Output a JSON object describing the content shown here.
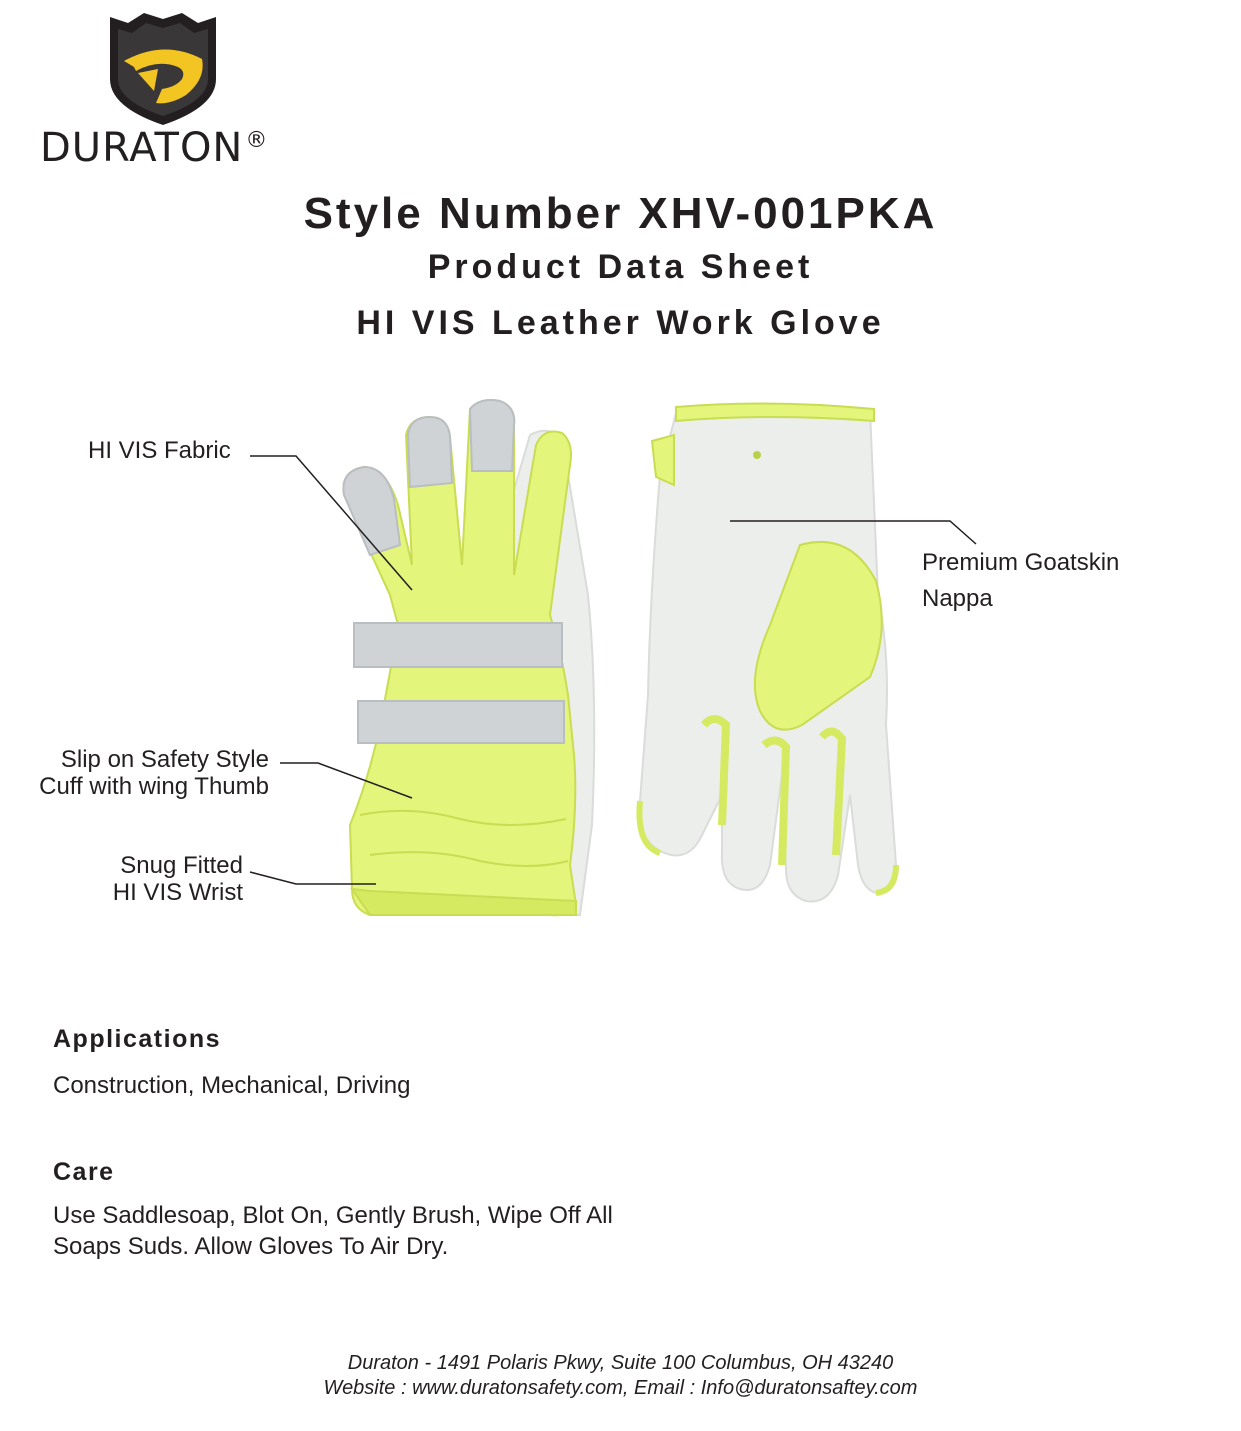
{
  "brand": {
    "wordmark": "DURATON",
    "registered_mark": "®",
    "colors": {
      "shield": "#231f20",
      "accent": "#f3c522"
    }
  },
  "header": {
    "style_number": "Style Number XHV-001PKA",
    "sheet_title": "Product Data Sheet",
    "product_name": "HI VIS Leather Work Glove"
  },
  "figure": {
    "icon": "work-glove-pair",
    "colors": {
      "hi_vis": "#e3f57a",
      "leather": "#eceeec",
      "reflective": "#cfd3d6"
    },
    "callouts": {
      "hi_vis_fabric": "HI VIS Fabric",
      "cuff_line_1": "Slip on Safety Style",
      "cuff_line_2": "Cuff with wing Thumb",
      "wrist_line_1": "Snug Fitted",
      "wrist_line_2": "HI VIS Wrist",
      "goatskin_line_1": "Premium Goatskin",
      "goatskin_line_2": "Nappa"
    }
  },
  "applications": {
    "heading": "Applications",
    "body": "Construction, Mechanical, Driving"
  },
  "care": {
    "heading": "Care",
    "body_line_1": "Use Saddlesoap, Blot On, Gently Brush, Wipe Off All",
    "body_line_2": "Soaps Suds. Allow Gloves To Air Dry."
  },
  "footer": {
    "address": "Duraton - 1491 Polaris Pkwy, Suite 100 Columbus, OH 43240",
    "contact": "Website : www.duratonsafety.com, Email : Info@duratonsaftey.com"
  }
}
